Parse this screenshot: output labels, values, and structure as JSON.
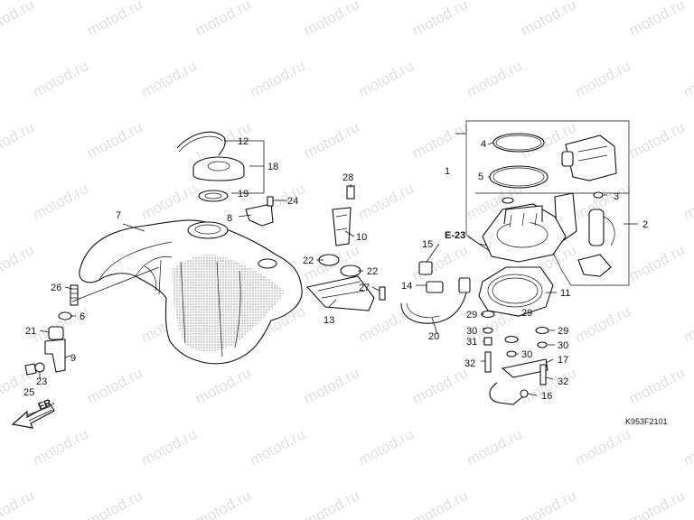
{
  "watermark": "motod.ru",
  "diagram_code": "K953F2101",
  "section_ref": "E-23",
  "front_label": "FR.",
  "callouts": [
    {
      "key": "p1",
      "text": "1"
    },
    {
      "key": "p2",
      "text": "2"
    },
    {
      "key": "p3",
      "text": "3"
    },
    {
      "key": "p4",
      "text": "4"
    },
    {
      "key": "p5",
      "text": "5"
    },
    {
      "key": "p6",
      "text": "6"
    },
    {
      "key": "p7",
      "text": "7"
    },
    {
      "key": "p8",
      "text": "8"
    },
    {
      "key": "p9",
      "text": "9"
    },
    {
      "key": "p10",
      "text": "10"
    },
    {
      "key": "p11",
      "text": "11"
    },
    {
      "key": "p12",
      "text": "12"
    },
    {
      "key": "p13",
      "text": "13"
    },
    {
      "key": "p14",
      "text": "14"
    },
    {
      "key": "p15",
      "text": "15"
    },
    {
      "key": "p16",
      "text": "16"
    },
    {
      "key": "p17",
      "text": "17"
    },
    {
      "key": "p18",
      "text": "18"
    },
    {
      "key": "p19",
      "text": "19"
    },
    {
      "key": "p20",
      "text": "20"
    },
    {
      "key": "p21",
      "text": "21"
    },
    {
      "key": "p22a",
      "text": "22"
    },
    {
      "key": "p22b",
      "text": "22"
    },
    {
      "key": "p23",
      "text": "23"
    },
    {
      "key": "p24",
      "text": "24"
    },
    {
      "key": "p25",
      "text": "25"
    },
    {
      "key": "p26",
      "text": "26"
    },
    {
      "key": "p27",
      "text": "27"
    },
    {
      "key": "p28",
      "text": "28"
    },
    {
      "key": "p29a",
      "text": "29"
    },
    {
      "key": "p29b",
      "text": "29"
    },
    {
      "key": "p29c",
      "text": "29"
    },
    {
      "key": "p30a",
      "text": "30"
    },
    {
      "key": "p30b",
      "text": "30"
    },
    {
      "key": "p30c",
      "text": "30"
    },
    {
      "key": "p31",
      "text": "31"
    },
    {
      "key": "p32a",
      "text": "32"
    },
    {
      "key": "p32b",
      "text": "32"
    }
  ]
}
